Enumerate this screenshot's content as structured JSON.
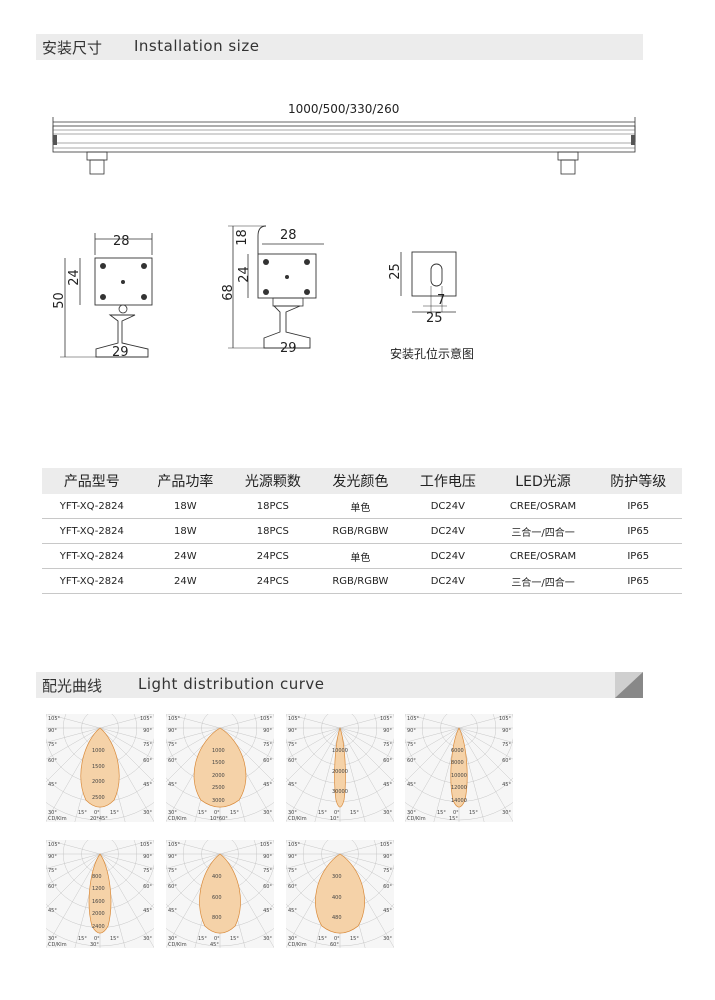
{
  "install": {
    "title_zh": "安装尺寸",
    "title_en": "Installation size",
    "length_label": "1000/500/330/260",
    "d1": {
      "w": "28",
      "h1": "24",
      "h": "50",
      "base": "29"
    },
    "d2": {
      "top": "18",
      "w": "28",
      "h1": "24",
      "h": "68",
      "base": "29"
    },
    "d3": {
      "h": "25",
      "slot": "7",
      "w": "25",
      "caption": "安装孔位示意图"
    }
  },
  "table": {
    "headers": [
      "产品型号",
      "产品功率",
      "光源颗数",
      "发光颜色",
      "工作电压",
      "LED光源",
      "防护等级"
    ],
    "rows": [
      [
        "YFT-XQ-2824",
        "18W",
        "18PCS",
        "单色",
        "DC24V",
        "CREE/OSRAM",
        "IP65"
      ],
      [
        "YFT-XQ-2824",
        "18W",
        "18PCS",
        "RGB/RGBW",
        "DC24V",
        "三合一/四合一",
        "IP65"
      ],
      [
        "YFT-XQ-2824",
        "24W",
        "24PCS",
        "单色",
        "DC24V",
        "CREE/OSRAM",
        "IP65"
      ],
      [
        "YFT-XQ-2824",
        "24W",
        "24PCS",
        "RGB/RGBW",
        "DC24V",
        "三合一/四合一",
        "IP65"
      ]
    ]
  },
  "curve": {
    "title_zh": "配光曲线",
    "title_en": "Light distribution curve",
    "angles": {
      "a105": "105°",
      "a90": "90°",
      "a75": "75°",
      "a60": "60°",
      "a45": "45°",
      "a30": "30°",
      "a15": "15°",
      "a0": "0°"
    },
    "cd_label": "CD/Klm",
    "charts": [
      {
        "beam": "20*45°",
        "values": [
          "1000",
          "1500",
          "2000",
          "2500"
        ]
      },
      {
        "beam": "10*60°",
        "values": [
          "1000",
          "1500",
          "2000",
          "2500",
          "3000"
        ]
      },
      {
        "beam": "10°",
        "values": [
          "10000",
          "20000",
          "30000"
        ]
      },
      {
        "beam": "15°",
        "values": [
          "6000",
          "8000",
          "10000",
          "12000",
          "14000"
        ]
      },
      {
        "beam": "30°",
        "values": [
          "800",
          "1200",
          "1600",
          "2000",
          "2400"
        ]
      },
      {
        "beam": "45°",
        "values": [
          "400",
          "600",
          "800"
        ]
      },
      {
        "beam": "60°",
        "values": [
          "300",
          "400",
          "480"
        ]
      }
    ],
    "fill_color": "#f5d2a8",
    "stroke_color": "#d98a3a"
  }
}
